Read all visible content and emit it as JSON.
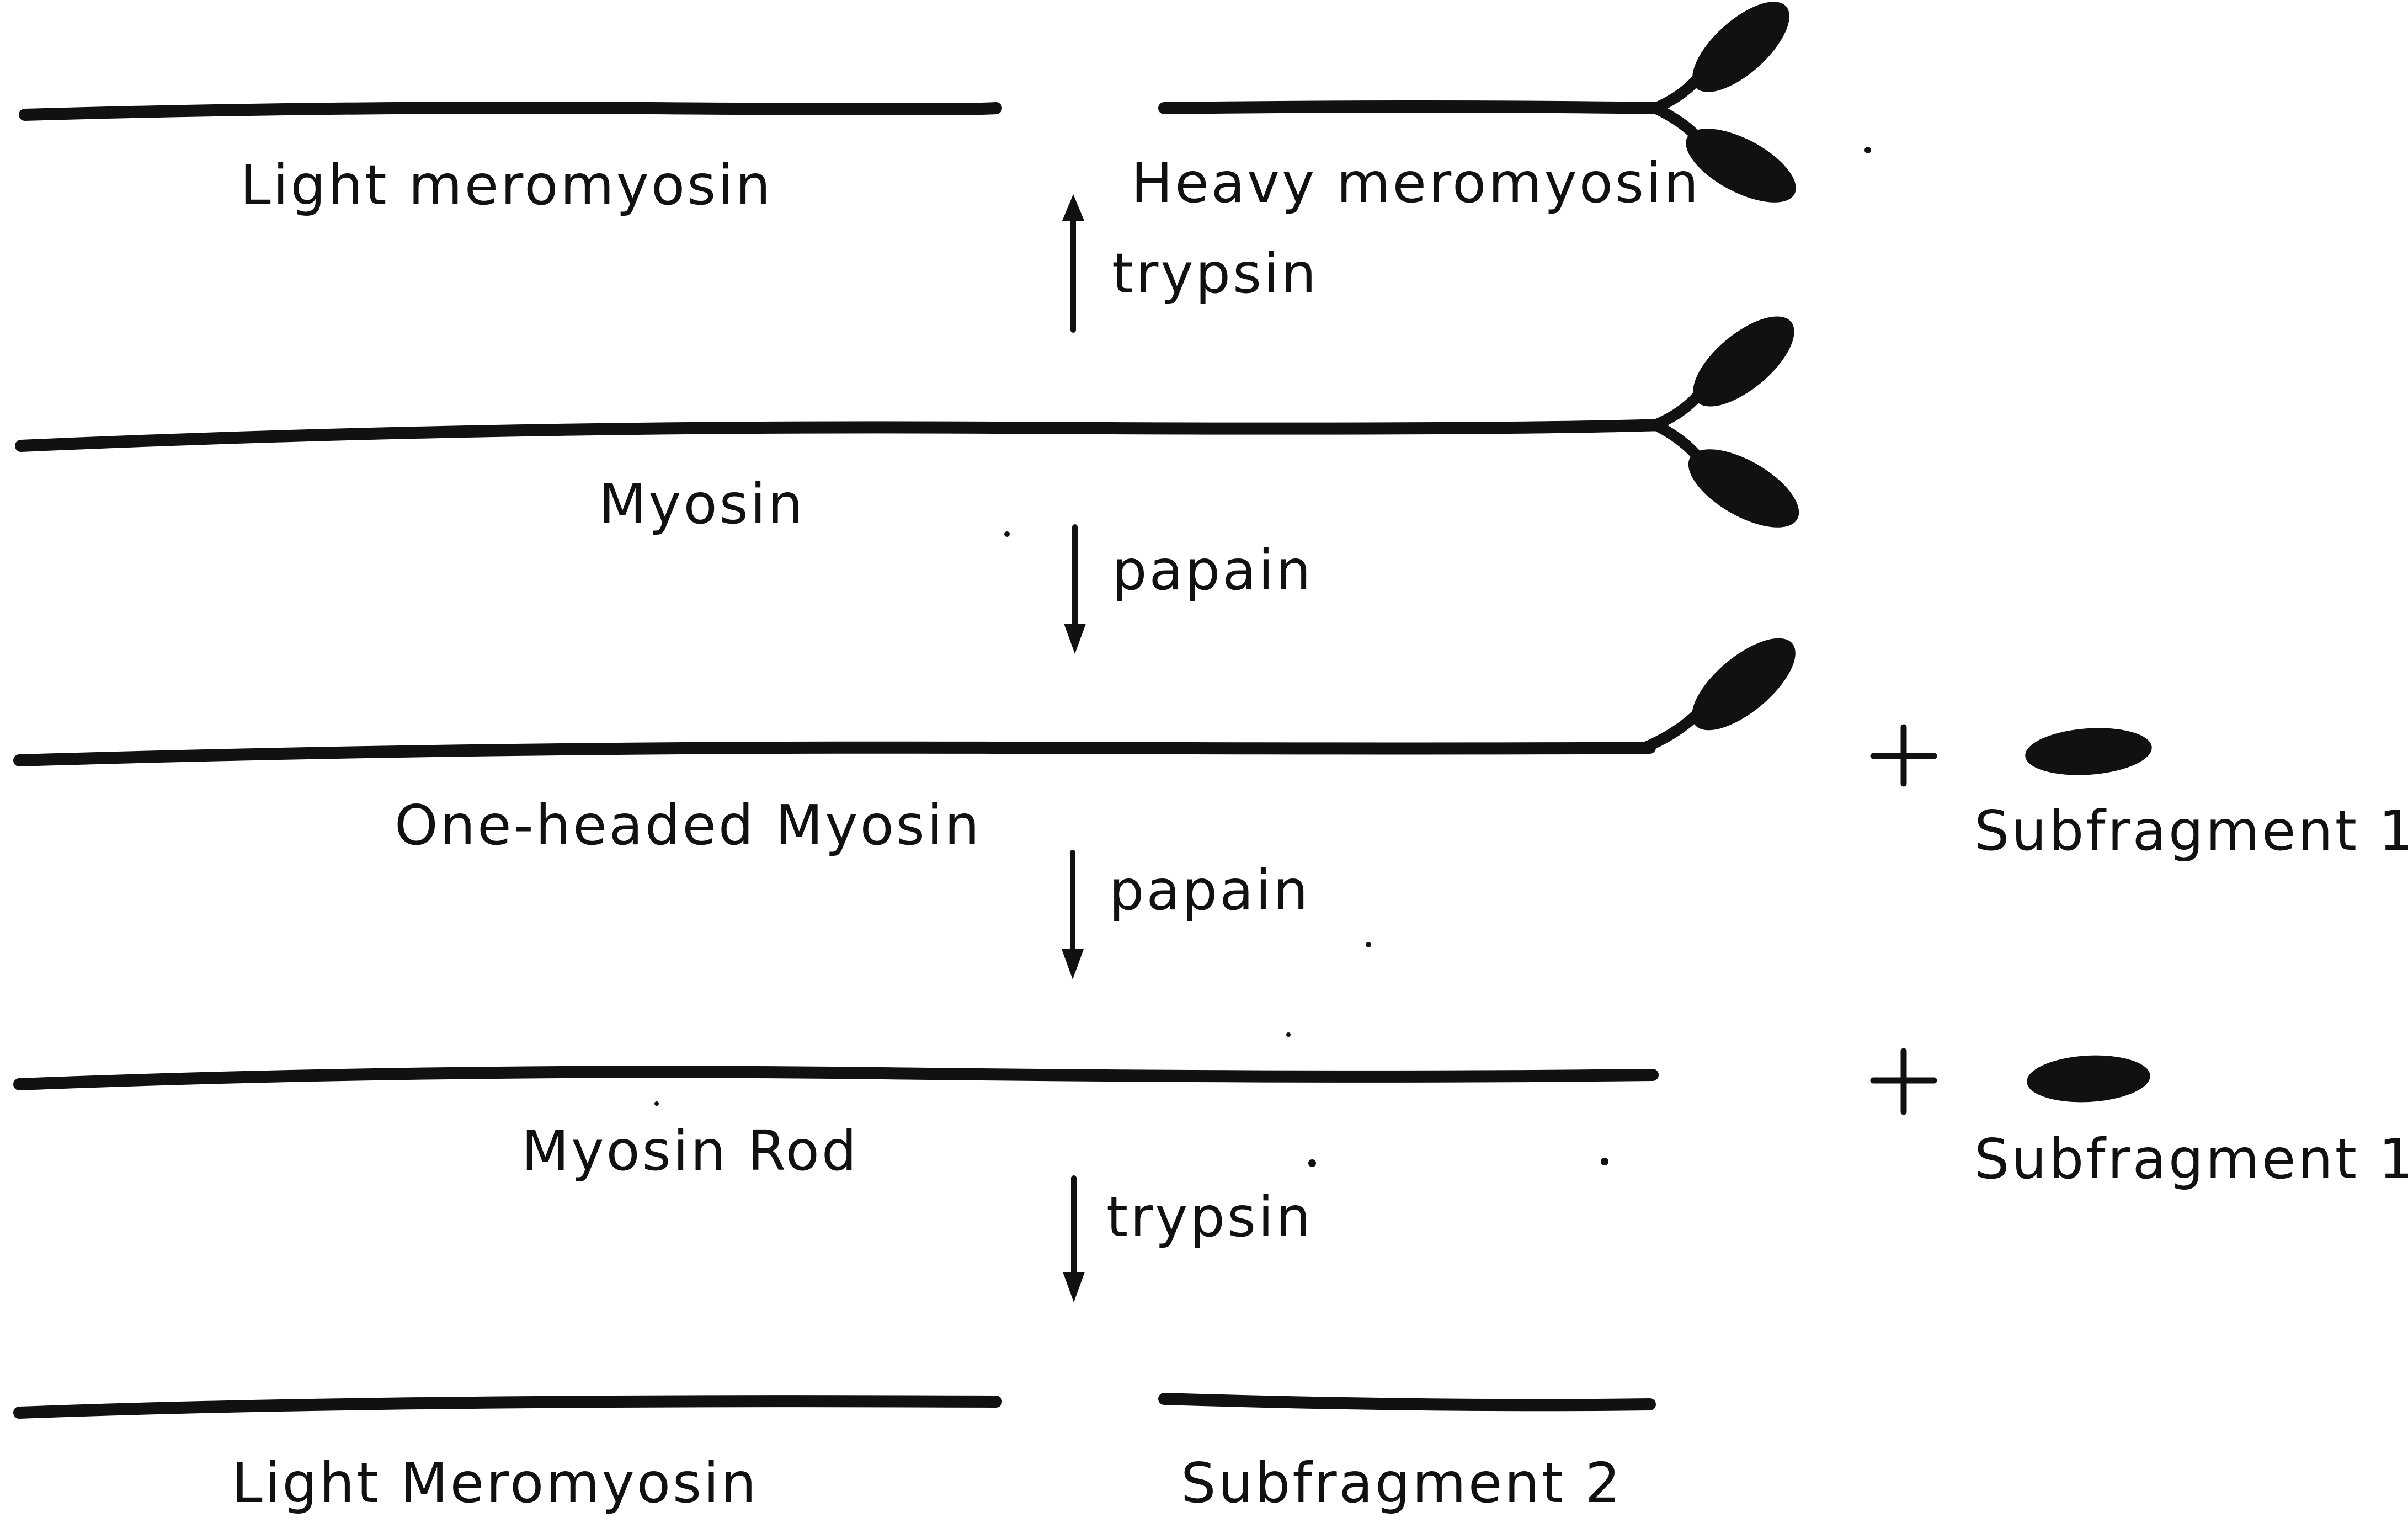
{
  "diagram": {
    "labels": {
      "light_meromyosin_top": "Light meromyosin",
      "heavy_meromyosin": "Heavy meromyosin",
      "myosin": "Myosin",
      "one_headed_myosin": "One-headed Myosin",
      "myosin_rod": "Myosin Rod",
      "light_meromyosin_bottom": "Light Meromyosin",
      "subfragment_2": "Subfragment 2",
      "subfragment_1_a": "Subfragment 1",
      "subfragment_1_b": "Subfragment 1"
    },
    "steps": [
      {
        "enzyme": "trypsin",
        "direction": "up"
      },
      {
        "enzyme": "papain",
        "direction": "down"
      },
      {
        "enzyme": "papain",
        "direction": "down"
      },
      {
        "enzyme": "trypsin",
        "direction": "down"
      }
    ],
    "plus_symbol": "+",
    "ink_color": "#111111",
    "background_color": "#ffffff"
  }
}
